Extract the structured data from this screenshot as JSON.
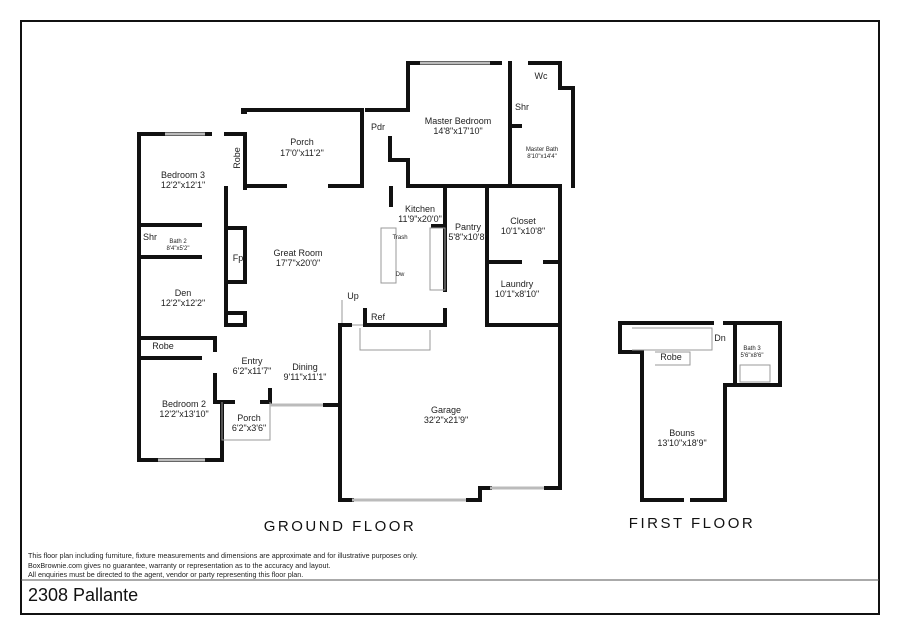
{
  "plan": {
    "ground_floor_title": "GROUND FLOOR",
    "first_floor_title": "FIRST FLOOR",
    "rooms": {
      "porch_back": {
        "name": "Porch",
        "size": "17'0\"x11'2\""
      },
      "pdr": {
        "name": "Pdr"
      },
      "master_bedroom": {
        "name": "Master Bedroom",
        "size": "14'8\"x17'10\""
      },
      "wc": {
        "name": "Wc"
      },
      "shr_master": {
        "name": "Shr"
      },
      "master_bath": {
        "name": "Master Bath",
        "size": "8'10\"x14'4\""
      },
      "bedroom3": {
        "name": "Bedroom 3",
        "size": "12'2\"x12'1\""
      },
      "robe3": {
        "name": "Robe"
      },
      "shr2": {
        "name": "Shr"
      },
      "bath2": {
        "name": "Bath 2",
        "size": "8'4\"x5'2\""
      },
      "kitchen": {
        "name": "Kitchen",
        "size": "11'9\"x20'0\""
      },
      "pantry": {
        "name": "Pantry",
        "size": "5'8\"x10'8\""
      },
      "closet": {
        "name": "Closet",
        "size": "10'1\"x10'8\""
      },
      "great_room": {
        "name": "Great Room",
        "size": "17'7\"x20'0\""
      },
      "fp": {
        "name": "Fp"
      },
      "laundry": {
        "name": "Laundry",
        "size": "10'1\"x8'10\""
      },
      "den": {
        "name": "Den",
        "size": "12'2\"x12'2\""
      },
      "up": {
        "name": "Up"
      },
      "ref": {
        "name": "Ref"
      },
      "trash": {
        "name": "Trash"
      },
      "dw": {
        "name": "Dw"
      },
      "robe2": {
        "name": "Robe"
      },
      "entry": {
        "name": "Entry",
        "size": "6'2\"x11'7\""
      },
      "dining": {
        "name": "Dining",
        "size": "9'11\"x11'1\""
      },
      "bedroom2": {
        "name": "Bedroom 2",
        "size": "12'2\"x13'10\""
      },
      "porch_front": {
        "name": "Porch",
        "size": "6'2\"x3'6\""
      },
      "garage": {
        "name": "Garage",
        "size": "32'2\"x21'9\""
      },
      "dn": {
        "name": "Dn"
      },
      "bath3": {
        "name": "Bath 3",
        "size": "5'6\"x8'6\""
      },
      "robe_bonus": {
        "name": "Robe"
      },
      "bonus": {
        "name": "Bouns",
        "size": "13'10\"x18'9\""
      }
    }
  },
  "disclaimer": [
    "This floor plan including furniture, fixture measurements and dimensions are approximate and for illustrative purposes only.",
    "BoxBrownie.com gives no guarantee, warranty or representation as to the accuracy and layout.",
    "All enquiries must be directed to the agent, vendor or party representing this floor plan."
  ],
  "property_title": "2308 Pallante"
}
